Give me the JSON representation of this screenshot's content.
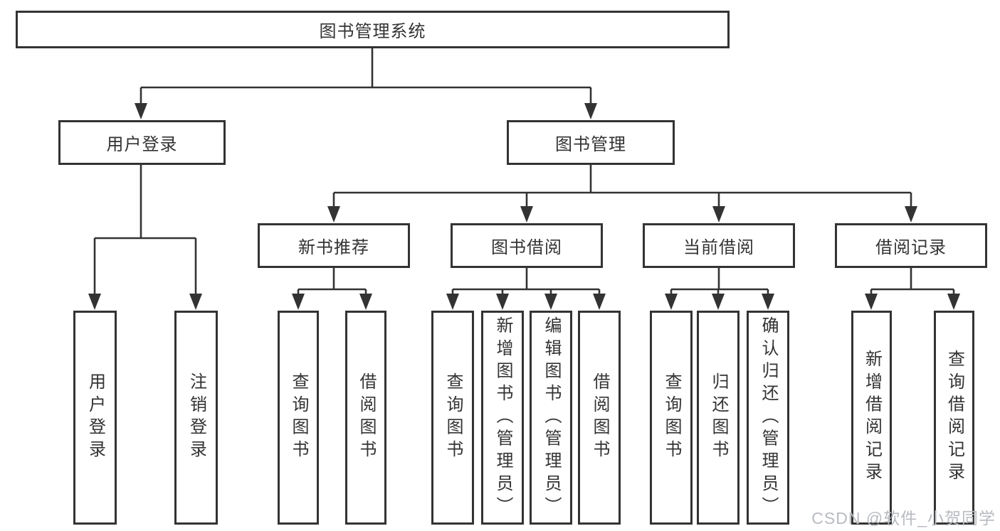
{
  "diagram": {
    "root": {
      "label": "图书管理系统"
    },
    "level1": [
      {
        "id": "user-login",
        "label": "用户登录"
      },
      {
        "id": "book-management",
        "label": "图书管理"
      }
    ],
    "level2": [
      {
        "id": "new-book-recommend",
        "parent": "book-management",
        "label": "新书推荐"
      },
      {
        "id": "book-borrow",
        "parent": "book-management",
        "label": "图书借阅"
      },
      {
        "id": "current-borrow",
        "parent": "book-management",
        "label": "当前借阅"
      },
      {
        "id": "borrow-records",
        "parent": "book-management",
        "label": "借阅记录"
      }
    ],
    "leaves": [
      {
        "parent": "user-login",
        "label": "用户登录"
      },
      {
        "parent": "user-login",
        "label": "注销登录"
      },
      {
        "parent": "new-book-recommend",
        "label": "查询图书"
      },
      {
        "parent": "new-book-recommend",
        "label": "借阅图书"
      },
      {
        "parent": "book-borrow",
        "label": "查询图书"
      },
      {
        "parent": "book-borrow",
        "label": "新增图书（管理员）"
      },
      {
        "parent": "book-borrow",
        "label": "编辑图书（管理员）"
      },
      {
        "parent": "book-borrow",
        "label": "借阅图书"
      },
      {
        "parent": "current-borrow",
        "label": "查询图书"
      },
      {
        "parent": "current-borrow",
        "label": "归还图书"
      },
      {
        "parent": "current-borrow",
        "label": "确认归还（管理员）"
      },
      {
        "parent": "borrow-records",
        "label": "新增借阅记录"
      },
      {
        "parent": "borrow-records",
        "label": "查询借阅记录"
      }
    ]
  },
  "watermark": {
    "text": "CSDN @软件_小贺同学"
  },
  "colors": {
    "line": "#333333",
    "box_border": "#333333",
    "text": "#333333",
    "watermark": "#b7bbc0",
    "background": "#ffffff"
  }
}
